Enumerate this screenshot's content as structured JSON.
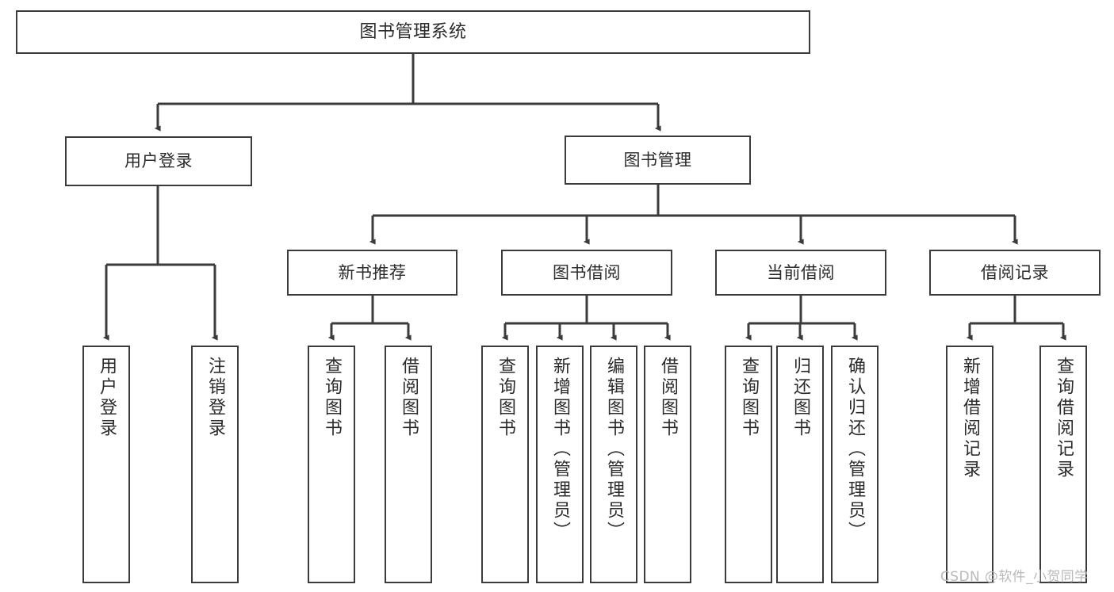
{
  "diagram": {
    "title": "图书管理系统",
    "type": "tree-hierarchy-chart",
    "watermark": "CSDN @软件_小贺同学",
    "colors": {
      "background": "#ffffff",
      "box_border": "#3b3b3b",
      "box_fill": "#ffffff",
      "connector": "#3b3b3b",
      "text": "#2b2b2b",
      "watermark": "#b9b9b9"
    },
    "nodes": {
      "root": {
        "label": "图书管理系统"
      },
      "level2": [
        {
          "label": "用户登录"
        },
        {
          "label": "图书管理"
        }
      ],
      "level3": [
        {
          "label": "新书推荐"
        },
        {
          "label": "图书借阅"
        },
        {
          "label": "当前借阅"
        },
        {
          "label": "借阅记录"
        }
      ],
      "leaves": {
        "user_login": [
          {
            "label": "用户登录"
          },
          {
            "label": "注销登录"
          }
        ],
        "new_book_recommend": [
          {
            "label": "查询图书"
          },
          {
            "label": "借阅图书"
          }
        ],
        "book_borrow": [
          {
            "label": "查询图书"
          },
          {
            "label": "新增图书（管理员）"
          },
          {
            "label": "编辑图书（管理员）"
          },
          {
            "label": "借阅图书"
          }
        ],
        "current_borrow": [
          {
            "label": "查询图书"
          },
          {
            "label": "归还图书"
          },
          {
            "label": "确认归还（管理员）"
          }
        ],
        "borrow_records": [
          {
            "label": "新增借阅记录"
          },
          {
            "label": "查询借阅记录"
          }
        ]
      }
    }
  }
}
